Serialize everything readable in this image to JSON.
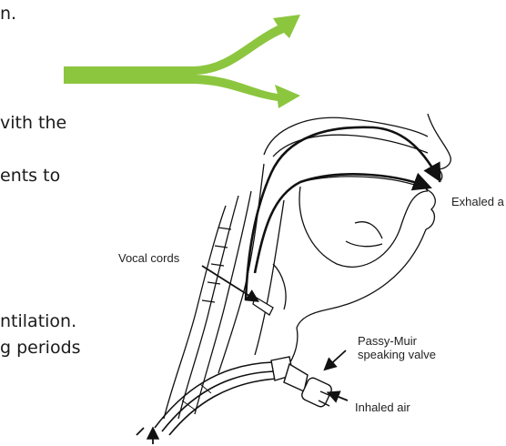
{
  "slide_text": {
    "line1": "n.",
    "line2": "vith the",
    "line3": "ents to",
    "line4": "ntilation.",
    "line5": "g periods"
  },
  "diagram": {
    "labels": {
      "vocal_cords": "Vocal cords",
      "exhaled_air": "Exhaled a",
      "valve_line1": "Passy-Muir",
      "valve_line2": "speaking valve",
      "inhaled_air": "Inhaled air"
    }
  },
  "colors": {
    "accent_arrow": "#8cc63f",
    "line_art": "#111111"
  }
}
